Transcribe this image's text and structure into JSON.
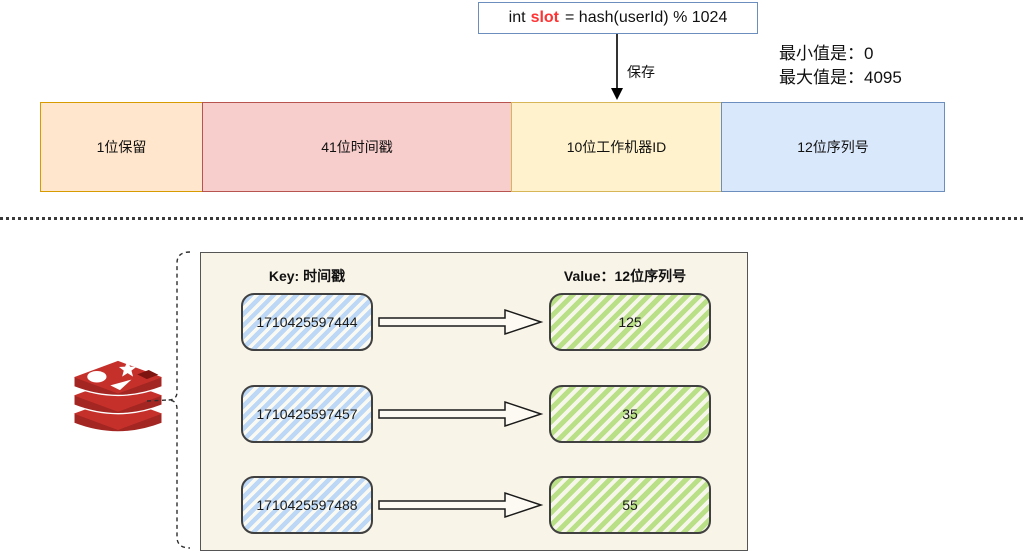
{
  "diagram": {
    "formula": {
      "prefix": "int",
      "keyword": "slot",
      "suffix": "= hash(userId) % 1024"
    },
    "save_label": "保存",
    "range": {
      "min": "最小值是：0",
      "max": "最大值是：4095"
    },
    "bit_bar": {
      "segments": [
        {
          "label": "1位保留",
          "fill": "#FFE6CC",
          "border": "#D79B00"
        },
        {
          "label": "41位时间戳",
          "fill": "#F8CECC",
          "border": "#B85450"
        },
        {
          "label": "10位工作机器ID",
          "fill": "#FFF2CC",
          "border": "#D6B656"
        },
        {
          "label": "12位序列号",
          "fill": "#DAE8FC",
          "border": "#6C8EBF"
        }
      ]
    },
    "redis_map": {
      "key_header": "Key: 时间戳",
      "value_header": "Value：12位序列号",
      "rows": [
        {
          "key": "1710425597444",
          "value": "125"
        },
        {
          "key": "1710425597457",
          "value": "35"
        },
        {
          "key": "1710425597488",
          "value": "55"
        }
      ]
    },
    "icons": {
      "redis": "redis-database-icon"
    },
    "colors": {
      "formula_keyword": "#FF3333",
      "formula_border": "#6C8EBF",
      "key_hatch": "#BCD8F6",
      "value_hatch": "#B9E087",
      "map_box_bg": "#F9F4E8",
      "redis_red": "#C6302B",
      "redis_dark_red": "#A32622"
    }
  }
}
